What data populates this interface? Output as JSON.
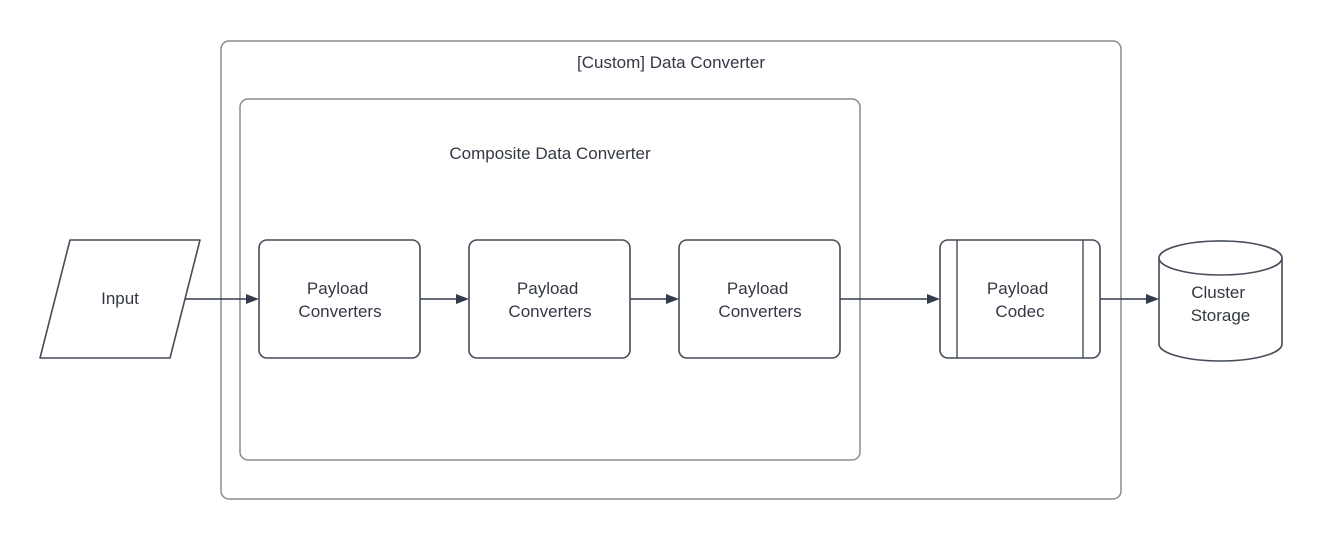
{
  "diagram": {
    "containers": {
      "outer": {
        "label": "[Custom] Data Converter"
      },
      "inner": {
        "label": "Composite Data Converter"
      }
    },
    "nodes": {
      "input": {
        "label": "Input",
        "shape": "parallelogram"
      },
      "payload_converter_1": {
        "lines": [
          "Payload",
          "Converters"
        ],
        "shape": "rounded-rect"
      },
      "payload_converter_2": {
        "lines": [
          "Payload",
          "Converters"
        ],
        "shape": "rounded-rect"
      },
      "payload_converter_3": {
        "lines": [
          "Payload",
          "Converters"
        ],
        "shape": "rounded-rect"
      },
      "payload_codec": {
        "lines": [
          "Payload",
          "Codec"
        ],
        "shape": "subroutine"
      },
      "cluster_storage": {
        "lines": [
          "Cluster",
          "Storage"
        ],
        "shape": "cylinder"
      }
    },
    "colors": {
      "shape_stroke": "#454d59",
      "container_stroke": "#878b91",
      "arrow": "#343c4c",
      "text": "#333844",
      "background": "#ffffff"
    }
  }
}
